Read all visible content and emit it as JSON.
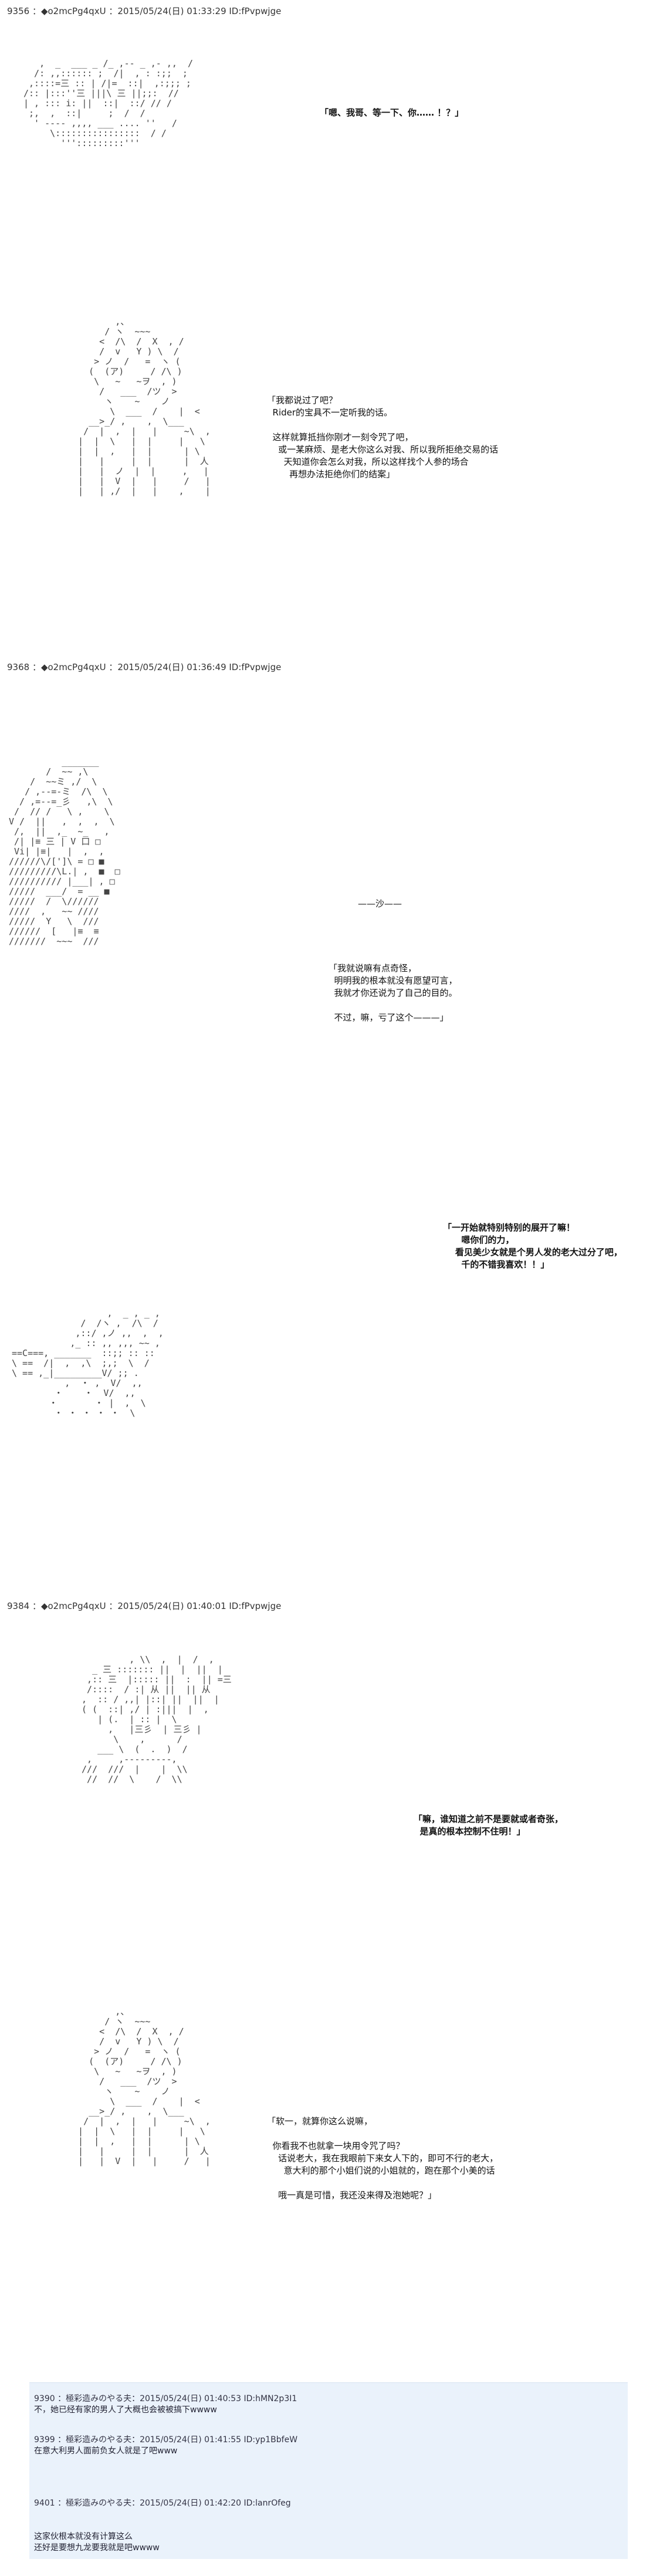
{
  "posts": [
    {
      "header": "9356 ：◆o2mcPg4qxU ：2015/05/24(日) 01:33:29 ID:fPvpwjge"
    },
    {
      "header": "9368 ：◆o2mcPg4qxU ：2015/05/24(日) 01:36:49 ID:fPvpwjge"
    },
    {
      "header": "9384 ：◆o2mcPg4qxU ：2015/05/24(日) 01:40:01 ID:fPvpwjge"
    }
  ],
  "dialogues": {
    "d1": "「嗯、我哥、等一下、你…… ！？」",
    "d2": "「我都说过了吧？\n  Rider的宝具不一定听我的话。\n\n  这样就算抵挡你刚才一刻令咒了吧，\n    或一某麻烦、是老大你这么对我、所以我所拒绝交易的话\n      天知道你会怎么对我，所以这样找个人参的场合\n        再想办法拒绝你们的结案」",
    "d3": "——沙——",
    "d4": "「我就说嘛有点奇怪，\n  明明我的根本就没有愿望可言，\n  我就才你还说为了自己的目的。\n\n  不过，嘛，亏了这个———」",
    "d5": "「一开始就特别特别的展开了嘛！\n      嗯你们的力，\n    看见美少女就是个男人发的老大过分了吧，\n      千的不错我喜欢！！」",
    "d6": "「嘛，谁知道之前不是要就或者奇张，\n  是真的根本控制不住明！」",
    "d7": "「软一，就算你这么说嘛，\n\n  你看我不也就拿一块用令咒了吗？\n    话说老大，我在我眼前下来女人下的，即可不行的老大，\n      意大利的那个小姐们说的小姐就的，跑在那个小美的话\n\n    哦一真是可惜，我还没来得及泡她呢？」"
  },
  "aa": {
    "aa1": "   ,  _  ___ _ /_ ,-- _ ,- ,,  /\n  /: ,,:::::: ;  /|  , : :;;  ;\n ,::::=三 :: | /|=  ::|  ,:;;; ;\n/:: |:::''三 |||\\ 三 ||;;:  //\n| , ::: i: ||  ::|  ::/ // /\n ;,  ,  ::|     ;  /  /\n  ' ---- ,,,, ___ .... ''   /\n     \\::::::::::::::::  / /\n       ''':::::::::'''",
    "aa2": "         ,、\n       / ヽ  ~~~\n      <  /\\  /  X  , /\n      /  v   Y ) \\  /\n     > ノ  /   =  ヽ (\n    (  (ア)     / /\\ )\n     \\   ~   ~ヲ  , )\n      /   ___  /ツ  >\n       ヽ    ~    ノ\n        \\  ___  /    |  <\n    __>_/ ,    ,  \\___\n   /  |  ,  |   |     ~\\  ,\n  |  |  \\   |  |     |   \\\n  |  |  ,   |  |      | \\\n  |   |     |  |      |  人\n  |   |  ノ  |  |     ,   |\n  |   |  V  |   |     /   |\n  |   | ,/  |   |    ,    |",
    "aa3": "          _______\n       /  ~~ ,\\\n    /  ~~ミ ,/  \\\n   / ,--=-ミ  /\\  \\\n  / ,=--=_彡   ,\\  \\\n /  // /   \\ ,    \\\nV /  ||   ,  ,  ,  \\\n /,  ||  ,_  ~_   ,\n /| |≡ 三 | V 口 □\n Vi| |≡|   |  ,  ,\n//////\\/[']\\ = □ ■\n/////////\\L.| ,  ■  □\n////////// |___| , □\n/////  ___/  = __ ■\n/////  /  \\//////\n////  ,   ~~ ////\n/////  Y   \\  ///\n//////  [   |≡  ≡\n///////  ~~~  ///",
    "aa4": "                  ,  _ , _ ,\n             /  /ヽ ,  /\\  /\n            ,::/ ,ノ ,,  ,  ,\n           ,_ :: ,, ,,, ~~ ,\n==C===, _______  ::;; :: ::\n\\ ==  /|  ,  ,\\  ;,;  \\  /\n\\ == ,_|_________V/ ;; .\n          ,  ・ ,  V/  ,,\n        ・    ・  V/  ,,\n       ・       ・ |  ,  \\\n        ・ ・ ・ ・ ・  \\",
    "aa5": "          , \\\\  ,  |  /  ,\n   _ 三 ::::::: ||  |  ||  |\n  ,:: 三  |::::: ||  :  || =三\n  /::::  / :| 从 ||  || 从\n ,  :: / ,,| |::| ||  ||  |\n ( (  ::| ,/ | :|||  |  ,\n    | (.  | :: |  \\\n      ,   |三彡  | 三彡 |\n       \\    ,      /\n    ___ \\  (  .  )  /\n  ,     ,---------,\n ///  ///  |    |  \\\\\n  //  //  \\    /  \\\\",
    "aa6": "         ,、\n       / ヽ  ~~~\n      <  /\\  /  X  , /\n      /  v   Y ) \\  /\n     > ノ  /   =  ヽ (\n    (  (ア)     / /\\ )\n     \\   ~   ~ヲ  , )\n      /   ___  /ツ  >\n       ヽ    ~    ノ\n        \\  ___  /    |  <\n    __>_/ ,    ,  \\___\n   /  |  ,  |   |     ~\\  ,\n  |  |  \\   |  |     |   \\\n  |  |  ,   |  |      | \\\n  |   |     |  |      |  人\n  |   |  V  |   |     /   |"
  },
  "comments": [
    {
      "head": "9390 ：極彩造みのやる夫：2015/05/24(日) 01:40:53 ID:hMN2p3I1",
      "body": "不，她已经有家的男人了大概也会被被搞下wwww"
    },
    {
      "head": "9399 ：極彩造みのやる夫：2015/05/24(日) 01:41:55 ID:yp1BbfeW",
      "body": "在意大利男人面前负女人就是了吧www"
    },
    {
      "head": "9401 ：極彩造みのやる夫：2015/05/24(日) 01:42:20 ID:lanrOfeg",
      "body": "这家伙根本就没有计算这么\n还好是要想九龙要我就是吧wwww"
    }
  ]
}
